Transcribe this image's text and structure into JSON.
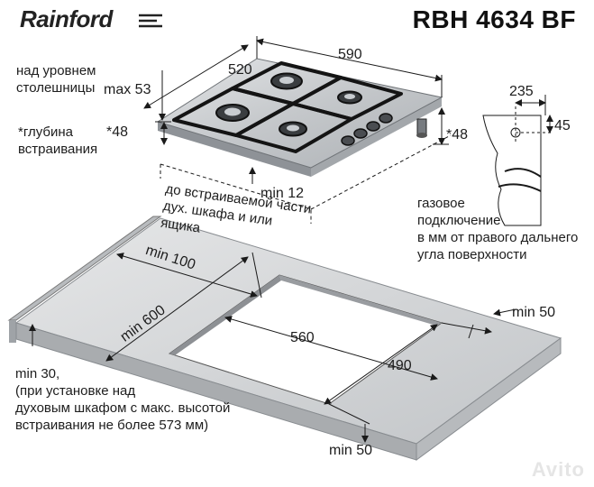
{
  "header": {
    "brand": "Rainford",
    "model": "RBH 4634 BF"
  },
  "hob": {
    "width_label": "590",
    "depth_label": "520",
    "above_counter_label": "над уровнем\nстолешницы",
    "above_counter_value": "max 53",
    "depth_embed_label": "*глубина\nвстраивания",
    "depth_embed_value_left": "*48",
    "depth_embed_value_right": "*48",
    "min_gap_value": "min 12",
    "min_gap_label": "до встраиваемой части\nдух. шкафа и или ящика"
  },
  "gas": {
    "dim_horizontal": "235",
    "dim_vertical": "45",
    "caption": "газовое\nподключение\nв мм от правого дальнего\nугла поверхности"
  },
  "countertop": {
    "min_back": "min 100",
    "min_depth": "min 600",
    "cutout_width": "560",
    "cutout_depth": "490",
    "min_side_right": "min 50",
    "min_front": "min 50",
    "min_left_note": "min 30,\n(при установке над\nдуховым шкафом с макс. высотой\nвстраивания не более 573 мм)"
  },
  "watermark": "Avito",
  "colors": {
    "steel": "#c9ccd0",
    "steel_dark": "#9a9ea3",
    "counter_top": "#d4d6d8",
    "counter_edge": "#a9acaf",
    "ink": "#1a1a1a"
  }
}
